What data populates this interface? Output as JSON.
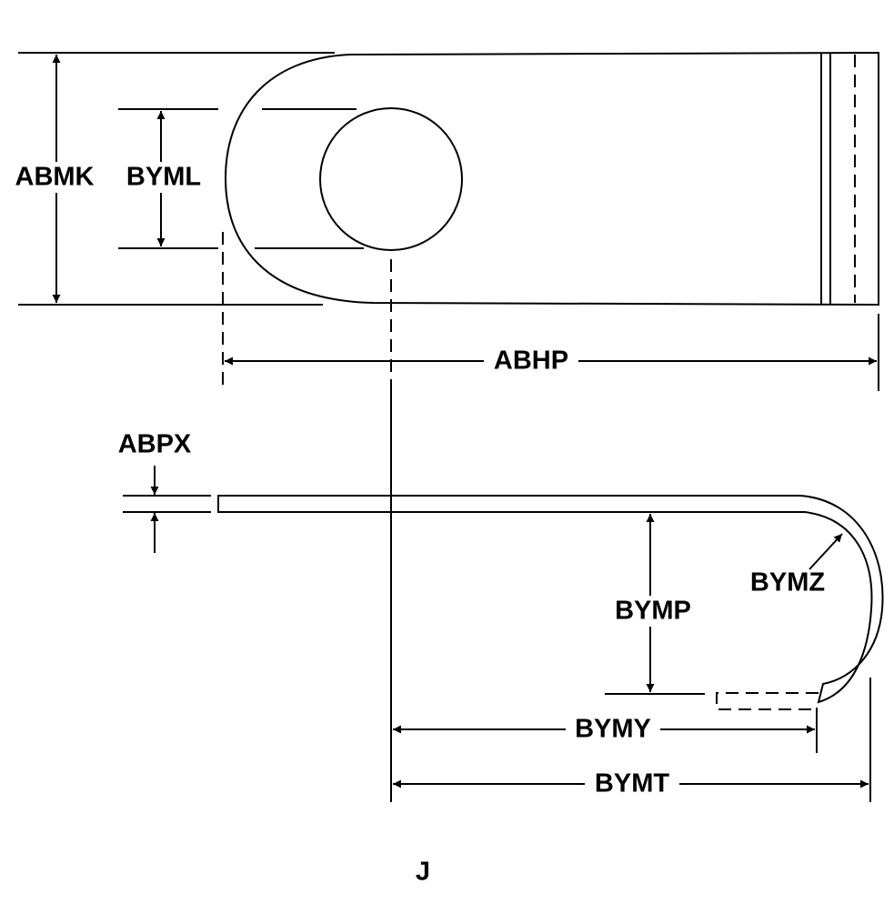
{
  "diagram": {
    "view_label": "J",
    "dimensions": {
      "abmk": "ABMK",
      "byml": "BYML",
      "abhp": "ABHP",
      "abpx": "ABPX",
      "bymp": "BYMP",
      "bymz": "BYMZ",
      "bymy": "BYMY",
      "bymt": "BYMT"
    },
    "colors": {
      "line": "#000000",
      "background": "#ffffff"
    }
  }
}
